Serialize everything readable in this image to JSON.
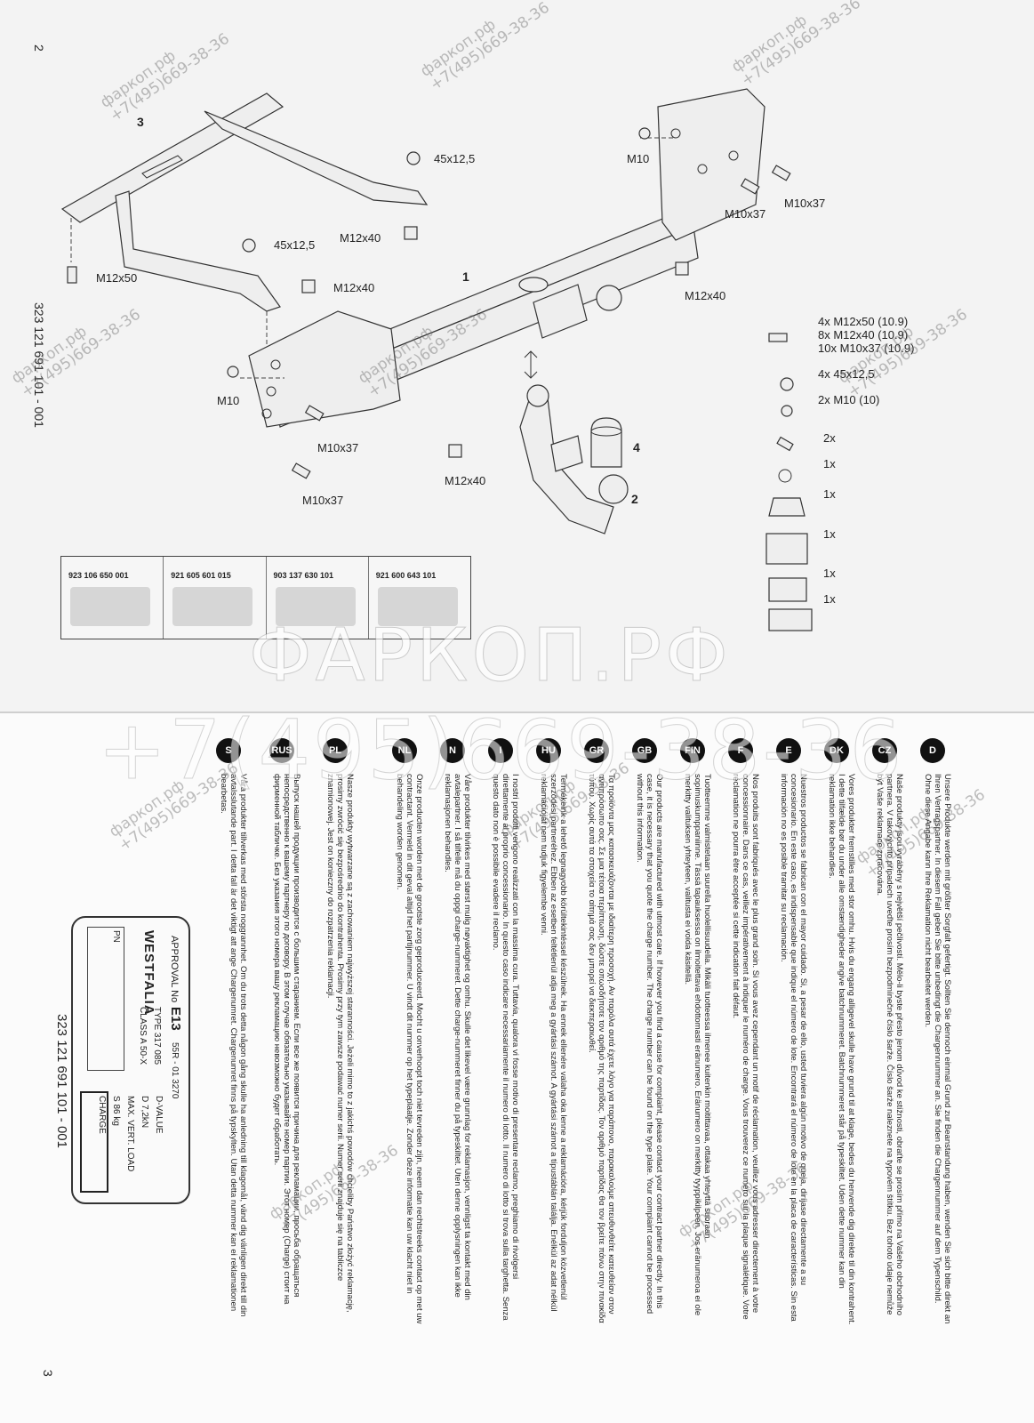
{
  "page_numbers": {
    "left": "2",
    "right": "3"
  },
  "doc_number_left": "323 121 691 101 - 001",
  "doc_number_right": "323 121 691 101 - 001",
  "diagram_labels": {
    "part1": "1",
    "part2": "2",
    "part3": "3",
    "part4": "4",
    "washer_top": "45x12,5",
    "washer_left": "45x12,5",
    "m12x40_a": "M12x40",
    "m12x40_b": "M12x40",
    "m12x40_c": "M12x40",
    "m12x40_d": "M12x40",
    "m12x50": "M12x50",
    "m10_top": "M10",
    "m10_left": "M10",
    "m10x37_a": "M10x37",
    "m10x37_b": "M10x37",
    "m10x37_c": "M10x37",
    "m10x37_d": "M10x37"
  },
  "parts_list": [
    "4x   M12x50 (10.9)",
    "8x   M12x40 (10.9)",
    "10x M10x37 (10.9)",
    "4x   45x12,5",
    "2x   M10 (10)",
    "2x",
    "1x",
    "1x",
    "1x",
    "1x",
    "1x"
  ],
  "kit_codes": [
    "923 106 650 001",
    "921 605 601 015",
    "903 137 630 101",
    "921 600 643 101"
  ],
  "watermark": {
    "main": "ФАРКОП.РФ",
    "phone": "+7(495)669-38-36",
    "small_site": "фаркоп.рф",
    "small_phone": "+7(495)669-38-36"
  },
  "languages": [
    {
      "code": "D",
      "text": "Unsere Produkte werden mit größter Sorgfalt gefertigt. Sollten Sie dennoch einmal Grund zur Beanstandung haben, wenden Sie sich bitte direkt an Ihren Vertragspartner. In diesem Fall geben Sie bitte unbedingt die Chargennummer an. Sie finden die Chargennummer auf dem Typenschild. Ohne diese Angabe kann Ihre Reklamation nicht bearbeitet werden."
    },
    {
      "code": "CZ",
      "text": "Naše produkty jsou vyráběny s největší pečlivostí. Mělo-li byste přesto jenom důvod ke stížnosti, obraťte se prosím přímo na Vašeho obchodního partnera. V takovýchto případech uveďte prosím bezpodmínečně číslo šarže. Číslo šarže naleznete na typovém štítku. Bez tohoto údaje nemůže být Vaše reklamace zpracována."
    },
    {
      "code": "DK",
      "text": "Vores produkter fremstilles med stor omhu. Hvis du engang alligevel skulle have grund til at klage, bedes du henvende dig direkte til din kontrahent. I dette tilfælde bør du under alle omstændigheder angive batchnummeret. Batchnummeret står på typeskiltet. Uden dette nummer kan din reklamation ikke behandles."
    },
    {
      "code": "E",
      "text": "Nuestros productos se fabrican con el mayor cuidado. Si, a pesar de ello, usted tuviera algún motivo de queja, diríjase directamente a su concesionario. En este caso, es indispensable que indique el número de lote. Encontrará el número de lote en la placa de características. Sin esta información no es posible tramitar su reclamación."
    },
    {
      "code": "F",
      "text": "Nos produits sont fabriqués avec le plus grand soin. Si vous avez cependant un motif de réclamation, veuillez vous adresser directement à votre concessionnaire. Dans ce cas, veillez impérativement à indiquer le numéro de charge. Vous trouverez ce numéro sur la plaque signalétique. Votre réclamation ne pourra être acceptée si cette indication fait défaut."
    },
    {
      "code": "FIN",
      "text": "Tuotteemme valmistetaan suurella huolellisuudella. Mikäli tuotteessa ilmenee kuitenkin moitittavaa, ottakaa yhteyttä suoraan sopimuskumppaniinne. Tässä tapauksessa on ilmoitettava ehdottomasti eränumero. Eränumero on merkitty tyyppikilpeen. Jos eränumeroa ei ole merkitty valituksen yhteyteen, valitusta ei voida käsitellä."
    },
    {
      "code": "GB",
      "text": "Our products are manufactured with utmost care. If however you find a cause for complaint, please contact your contract partner directly. In this case, it is necessary that you quote the charge number. The charge number can be found on the type plate. Your complaint cannot be processed without this information."
    },
    {
      "code": "GR",
      "text": "Τα προϊόντα μας κατασκευάζονται με ιδιαίτερη προσοχή. Αν παρόλα αυτά έχετε λόγο για παράπονο, παρακαλούμε απευθυνθείτε κατευθείαν στον αντιπρόσωπο σας. Σε μια τέτοια περίπτωση, δώστε οπωσδήποτε τον αριθμό της παρτίδας. Τον αριθμό παρτίδας θα τον βρείτε πάνω στην πινακίδα τύπου. Χωρίς αυτά τα στοιχεία το αίτημά σας δεν μπορεί να διεκπεραιωθεί."
    },
    {
      "code": "HU",
      "text": "Termékeink a lehető legnagyobb körültekintéssel készülnek. Ha ennek ellenére valaha oka lenne a reklamációra, kérjük forduljon közvetlenül szerződési partneréhez. Ebben az esetben feltétlenül adja meg a gyártási számot. A gyártási számot a típustáblán találja. Enélkül az adat nélkül reklamációját nem tudjuk figyelembe venni."
    },
    {
      "code": "I",
      "text": "I nostri prodotti vengono realizzati con la massima cura. Tuttavia, qualora vi fosse motivo di presentare reclamo, preghiamo di rivolgersi direttamente al proprio concessionario. In questo caso indicare necessariamente il numero di lotto. Il numero di lotto si trova sulla targhetta. Senza questo dato non è possibile evadere il reclamo."
    },
    {
      "code": "N",
      "text": "Våre produkter tilvirkes med størst mulig nøyaktighet og omhu. Skulle det likevel være grunnlag for reklamasjon, vennligst ta kontakt med din avtalepartner. I så tilfelle må du oppgi charge-nummeret. Dette charge-nummeret finner du på typeskiltet. Uten denne opplysningen kan ikke reklamasjonen behandles."
    },
    {
      "code": "NL",
      "text": "Onze producten worden met de grootste zorg geproduceerd. Mocht u onverhoopt toch niet tevreden zijn, neem dan rechtstreeks contact op met uw contractant. Vermeld in dit geval altijd het partijnummer. U vindt dit nummer op het typeplaatje. Zonder deze informatie kan uw klacht niet in behandeling worden genomen."
    },
    {
      "code": "PL",
      "text": "Nasze produkty wytwarzane są z zachowaniem najwyższej staranności. Jeżeli mimo to z jakichś powodów chcieliby Państwo złożyć reklamację, prosimy zwrócić się bezpośrednio do kontrahenta. Prosimy przy tym zawsze podawać numer serii. Numer serii znajduje się na tabliczce znamionowej. Jest on konieczny do rozpatrzenia reklamacji."
    },
    {
      "code": "RUS",
      "text": "Выпуск нашей продукции производится с большим старанием. Если все же появится причина для рекламации, просьба обращаться непосредственно к вашему партнеру по договору. В этом случае обязательно указывайте номер партии. Этот номер (Charge) стоит на фирменной табличке. Без указания этого номера вашу рекламацию невозможно будет обработать."
    },
    {
      "code": "S",
      "text": "Våra produkter tillverkas med största noggrannhet. Om du trots detta någon gång skulle ha anledning till klagomål, vänd dig vänligen direkt till din avtalsslutande part. I detta fall är det viktigt att ange Chargenumret. Chargenumret finns på typskylten. Utan detta nummer kan ei reklamationen bearbetas."
    }
  ],
  "type_plate": {
    "approval_label": "APPROVAL No",
    "approval_mark": "E13",
    "approval_number": "55R - 01 3270",
    "type": "TYPE 317 085",
    "class": "CLASS A 50-X",
    "brand": "WESTFALIA",
    "pn": "PN",
    "d_value_label": "D-VALUE",
    "d_value": "D 7,2kN",
    "max_vert_load_label": "MAX. VERT. LOAD",
    "s_value": "S 86 kg",
    "charge": "CHARGE"
  }
}
